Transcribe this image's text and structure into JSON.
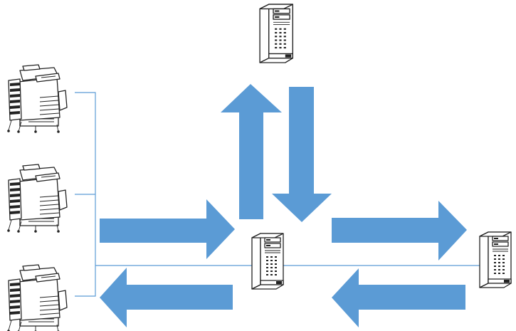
{
  "colors": {
    "arrow": "#5B9BD5",
    "wire": "#5B9BD5",
    "line_art": "#222222",
    "background": "#ffffff"
  },
  "icons": {
    "printer": "multifunction-printer-icon",
    "server": "tower-server-icon"
  },
  "nodes": {
    "printers": [
      "printer-1",
      "printer-2",
      "printer-3"
    ],
    "servers": [
      "server-top",
      "server-center",
      "server-right"
    ]
  },
  "arrows": [
    {
      "id": "printers-to-center",
      "direction": "right"
    },
    {
      "id": "center-to-printers",
      "direction": "left"
    },
    {
      "id": "center-to-top",
      "direction": "up"
    },
    {
      "id": "top-to-center",
      "direction": "down"
    },
    {
      "id": "center-to-right",
      "direction": "right"
    },
    {
      "id": "right-to-center",
      "direction": "left"
    }
  ]
}
